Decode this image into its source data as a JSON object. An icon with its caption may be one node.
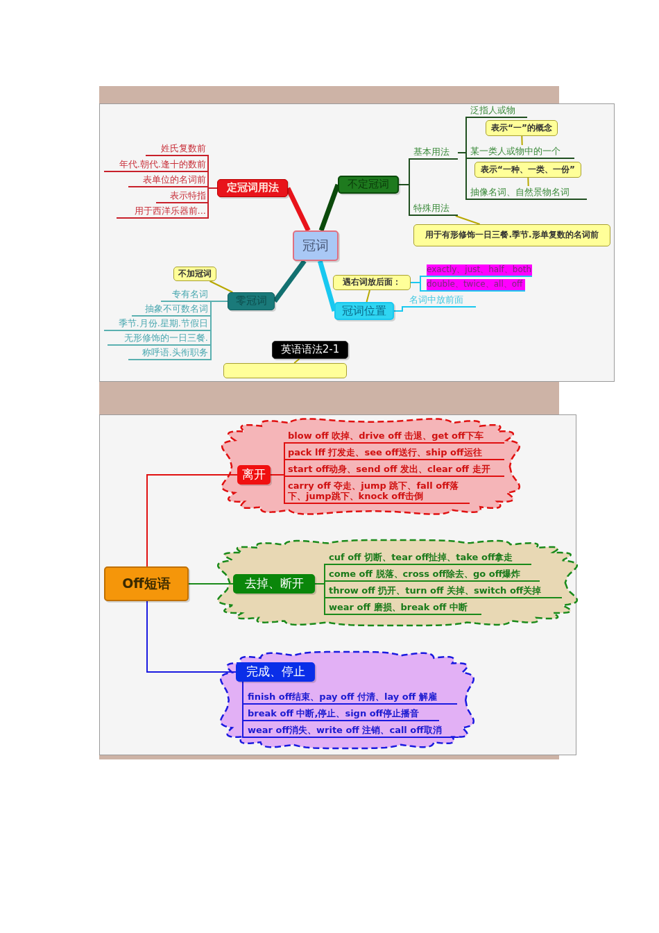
{
  "diagram": {
    "nodes": [
      {
        "text": [
          "冠词"
        ]
      },
      {
        "text": [
          "定冠词用法"
        ]
      },
      {
        "text": [
          "姓氏复数前"
        ]
      },
      {
        "text": [
          "年代.朝代.逢十的数前"
        ]
      },
      {
        "text": [
          "表单位的名词前"
        ]
      },
      {
        "text": [
          "表示特指"
        ]
      },
      {
        "text": [
          "用于西洋乐器前..."
        ]
      },
      {
        "text": [
          "不定冠词"
        ]
      },
      {
        "text": [
          "基本用法"
        ]
      },
      {
        "text": [
          "泛指人或物"
        ]
      },
      {
        "text": [
          "表示“一”的概念"
        ]
      },
      {
        "text": [
          "某一类人或物中的一个"
        ]
      },
      {
        "text": [
          "表示“一种、一类、一份”"
        ]
      },
      {
        "text": [
          "抽像名词、自然景物名词"
        ]
      },
      {
        "text": [
          "特殊用法"
        ]
      },
      {
        "text": [
          "用于有形修饰一日三餐.季节.形单复数的名词前"
        ]
      },
      {
        "text": [
          "零冠词"
        ]
      },
      {
        "text": [
          "不加冠词"
        ]
      },
      {
        "text": [
          "专有名词"
        ]
      },
      {
        "text": [
          "抽象不可数名词"
        ]
      },
      {
        "text": [
          "季节.月份.星期.节假日"
        ]
      },
      {
        "text": [
          "无形修饰的一日三餐."
        ]
      },
      {
        "text": [
          "称呼语.头衔职务"
        ]
      },
      {
        "text": [
          "冠词位置"
        ]
      },
      {
        "text": [
          "遇右词放后面："
        ]
      },
      {
        "text": [
          "exactly、just、half、both"
        ]
      },
      {
        "text": [
          "double、twice、all、off"
        ]
      },
      {
        "text": [
          "名词中放前面"
        ]
      },
      {
        "text": [
          "英语语法2-1"
        ]
      },
      {
        "text": [],
        "shape": "box"
      },
      {
        "text": [
          "Off短语"
        ]
      },
      {
        "text": [],
        "shape": "cloud"
      },
      {
        "text": [
          "离开"
        ],
        "in": 31
      },
      {
        "text": [
          "blow off 吹掉、drive off 击退、get off下车"
        ],
        "in": 31
      },
      {
        "text": [
          "pack lff 打发走、see off送行、ship off运往"
        ],
        "in": 31
      },
      {
        "text": [
          "start off动身、send off 发出、clear off 走开"
        ],
        "in": 31
      },
      {
        "text": [
          "carry off 夺走、jump 跳下、fall off落下、jump跳下、knock off击倒"
        ],
        "in": 31
      },
      {
        "text": [],
        "shape": "cloud"
      },
      {
        "text": [
          "去掉、断开"
        ],
        "in": 37
      },
      {
        "text": [
          "cuf off 切断、tear off扯掉、take off拿走"
        ],
        "in": 37
      },
      {
        "text": [
          "come off 脱落、cross off除去、go off爆炸"
        ],
        "in": 37
      },
      {
        "text": [
          "throw  off 扔开、turn off 关掉、switch off关掉"
        ],
        "in": 37
      },
      {
        "text": [
          "wear off 磨损、break off 中断"
        ],
        "in": 37
      },
      {
        "text": [],
        "shape": "cloud"
      },
      {
        "text": [
          "完成、停止"
        ],
        "in": 43
      },
      {
        "text": [
          "finish off结束、pay off 付清、lay off 解雇"
        ],
        "in": 43
      },
      {
        "text": [
          "break off 中断,停止、sign off停止播音"
        ],
        "in": 43
      },
      {
        "text": [
          "wear off消失、write off 注销、call off取消"
        ],
        "in": 43
      }
    ],
    "edges": [
      {
        "from": 0,
        "to": 1,
        "arrow": "none",
        "style": "thick",
        "color": "#e8141b"
      },
      {
        "from": 1,
        "to": 2,
        "arrow": "none",
        "color": "#c8202a"
      },
      {
        "from": 1,
        "to": 3,
        "arrow": "none",
        "color": "#c8202a"
      },
      {
        "from": 1,
        "to": 4,
        "arrow": "none",
        "color": "#c8202a"
      },
      {
        "from": 1,
        "to": 5,
        "arrow": "none",
        "color": "#c8202a"
      },
      {
        "from": 1,
        "to": 6,
        "arrow": "none",
        "color": "#c8202a"
      },
      {
        "from": 0,
        "to": 7,
        "arrow": "none",
        "style": "thick",
        "color": "#0b4a0b"
      },
      {
        "from": 7,
        "to": 8,
        "arrow": "none",
        "color": "#1f4f1f"
      },
      {
        "from": 7,
        "to": 14,
        "arrow": "none",
        "color": "#1f4f1f"
      },
      {
        "from": 8,
        "to": 9,
        "arrow": "none",
        "color": "#1f4f1f"
      },
      {
        "from": 8,
        "to": 11,
        "arrow": "none",
        "color": "#1f4f1f"
      },
      {
        "from": 8,
        "to": 13,
        "arrow": "none",
        "color": "#1f4f1f"
      },
      {
        "from": 10,
        "to": 11,
        "arrow": "none",
        "color": "#b8a800"
      },
      {
        "from": 12,
        "to": 13,
        "arrow": "none",
        "color": "#b8a800"
      },
      {
        "from": 15,
        "to": 14,
        "arrow": "none",
        "color": "#b8a800"
      },
      {
        "from": 0,
        "to": 16,
        "arrow": "none",
        "style": "thick",
        "color": "#127070"
      },
      {
        "from": 16,
        "to": 18,
        "arrow": "none",
        "color": "#5ab0b0"
      },
      {
        "from": 16,
        "to": 19,
        "arrow": "none",
        "color": "#5ab0b0"
      },
      {
        "from": 16,
        "to": 20,
        "arrow": "none",
        "color": "#5ab0b0"
      },
      {
        "from": 16,
        "to": 21,
        "arrow": "none",
        "color": "#5ab0b0"
      },
      {
        "from": 16,
        "to": 22,
        "arrow": "none",
        "color": "#5ab0b0"
      },
      {
        "from": 17,
        "to": 16,
        "arrow": "none",
        "color": "#b8a800"
      },
      {
        "from": 0,
        "to": 23,
        "arrow": "none",
        "style": "thick",
        "color": "#19c8f0"
      },
      {
        "from": 23,
        "to": 27,
        "arrow": "none",
        "color": "#19c8f0"
      },
      {
        "from": 24,
        "to": 23,
        "arrow": "none",
        "color": "#b8a800"
      },
      {
        "from": 24,
        "to": 25,
        "arrow": "none",
        "color": "#19c8f0"
      },
      {
        "from": 24,
        "to": 26,
        "arrow": "none",
        "color": "#19c8f0"
      },
      {
        "from": 29,
        "to": 28,
        "arrow": "none",
        "color": "#b8a800"
      },
      {
        "from": 30,
        "to": 32,
        "arrow": "none",
        "color": "#e01010"
      },
      {
        "from": 32,
        "to": 33,
        "arrow": "none",
        "color": "#e01010"
      },
      {
        "from": 32,
        "to": 34,
        "arrow": "none",
        "color": "#e01010"
      },
      {
        "from": 32,
        "to": 35,
        "arrow": "none",
        "color": "#e01010"
      },
      {
        "from": 32,
        "to": 36,
        "arrow": "none",
        "color": "#e01010"
      },
      {
        "from": 30,
        "to": 38,
        "arrow": "none",
        "color": "#1a8a1a"
      },
      {
        "from": 38,
        "to": 39,
        "arrow": "none",
        "color": "#1a8a1a"
      },
      {
        "from": 38,
        "to": 40,
        "arrow": "none",
        "color": "#1a8a1a"
      },
      {
        "from": 38,
        "to": 41,
        "arrow": "none",
        "color": "#1a8a1a"
      },
      {
        "from": 38,
        "to": 42,
        "arrow": "none",
        "color": "#1a8a1a"
      },
      {
        "from": 30,
        "to": 44,
        "arrow": "none",
        "color": "#1a1ae0"
      },
      {
        "from": 44,
        "to": 45,
        "arrow": "none",
        "color": "#1a1ae0"
      },
      {
        "from": 44,
        "to": 46,
        "arrow": "none",
        "color": "#1a1ae0"
      },
      {
        "from": 44,
        "to": 47,
        "arrow": "none",
        "color": "#1a1ae0"
      }
    ]
  }
}
